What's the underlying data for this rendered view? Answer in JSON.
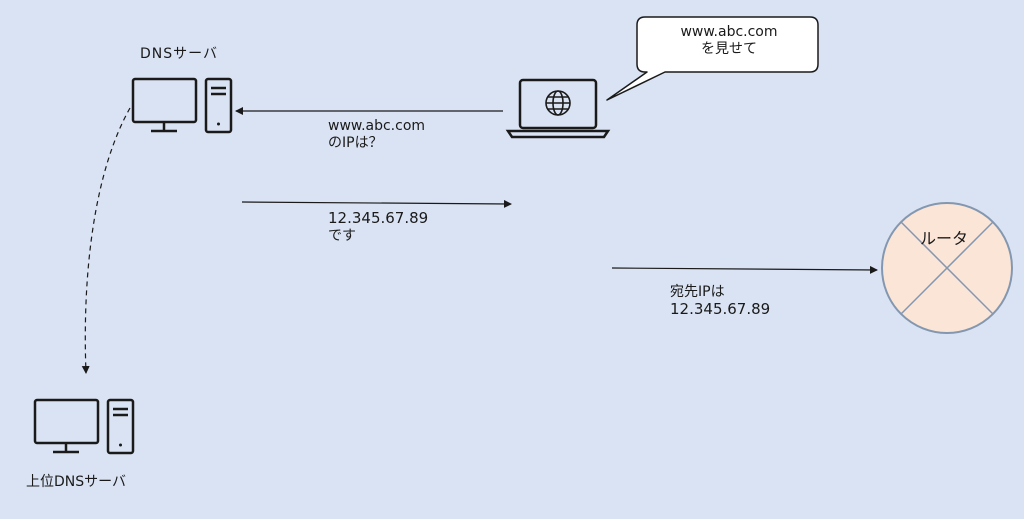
{
  "dns_server": {
    "label": "DNSサーバ"
  },
  "upper_dns_server": {
    "label": "上位DNSサーバ"
  },
  "bubble": {
    "line1": "www.abc.com",
    "line2": "を見せて"
  },
  "query": {
    "line1": "www.abc.com",
    "line2": "のIPは？"
  },
  "response": {
    "line1": "12.345.67.89",
    "line2": "です"
  },
  "forward": {
    "line1": "宛先IPは",
    "line2": "12.345.67.89"
  },
  "router": {
    "label": "ルータ",
    "fill": "#fbe5d6",
    "stroke": "#8497b0"
  },
  "colors": {
    "background": "#dae3f3",
    "icon": "#1a1a1a",
    "arrow": "#1a1a1a"
  }
}
